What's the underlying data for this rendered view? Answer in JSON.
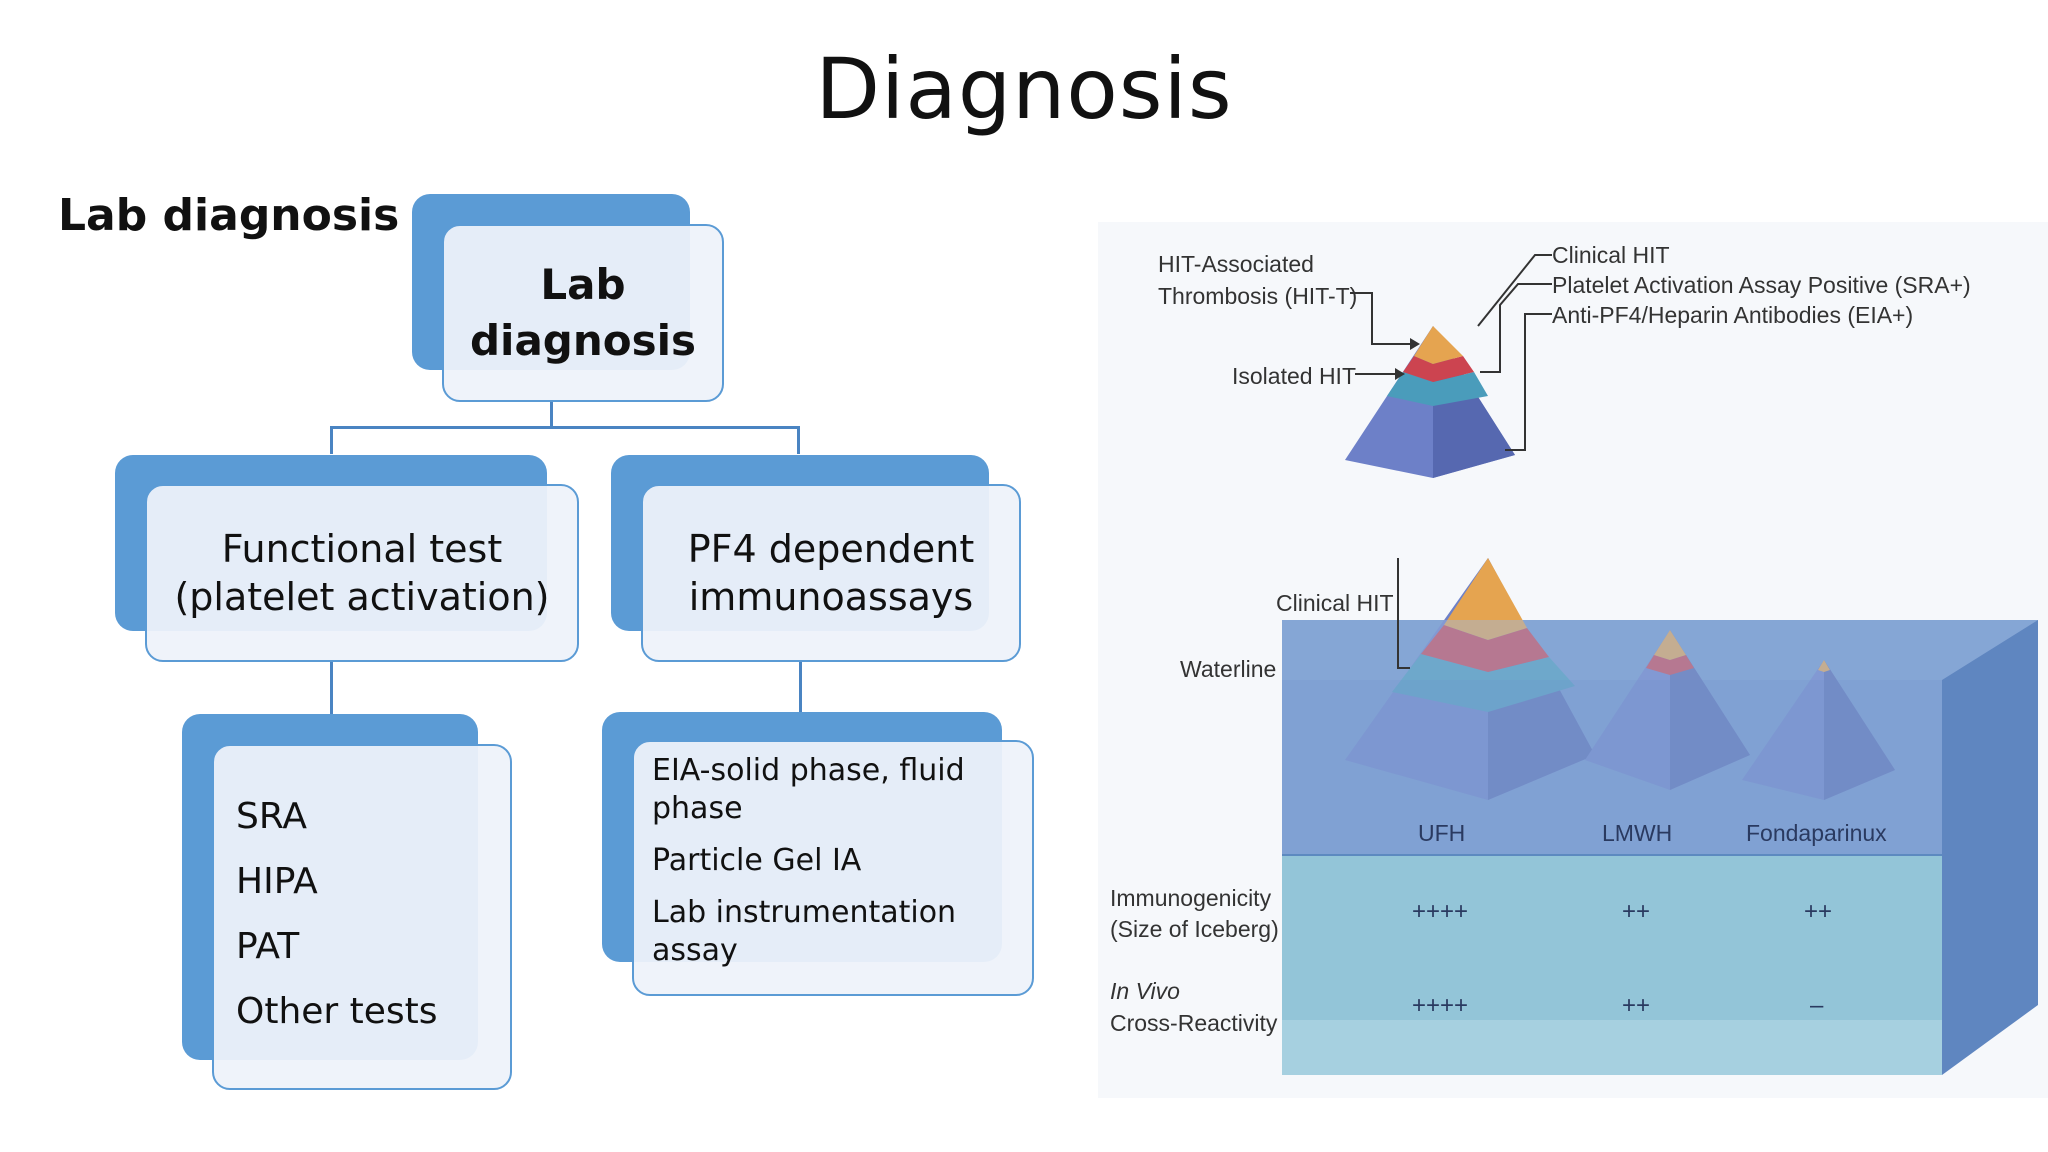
{
  "title": "Diagnosis",
  "subtitle": "Lab diagnosis",
  "tree": {
    "root": "Lab\ndiagnosis",
    "functional": "Functional test\n(platelet activation)",
    "pf4": "PF4 dependent\nimmunoassays",
    "functional_items": [
      "SRA",
      "HIPA",
      "PAT",
      "Other tests"
    ],
    "pf4_items": [
      "EIA-solid phase, fluid phase",
      "Particle Gel IA",
      "Lab instrumentation assay"
    ]
  },
  "figure": {
    "top_labels": {
      "hit_associated": "HIT-Associated\nThrombosis (HIT-T)",
      "isolated_hit": "Isolated HIT",
      "clinical_hit": "Clinical HIT",
      "sra": "Platelet Activation Assay Positive (SRA+)",
      "eia": "Anti-PF4/Heparin Antibodies (EIA+)"
    },
    "bottom_labels": {
      "clinical_hit": "Clinical HIT",
      "waterline": "Waterline",
      "columns": [
        "UFH",
        "LMWH",
        "Fondaparinux"
      ],
      "immunogenicity": "Immunogenicity\n(Size of Iceberg)",
      "in_vivo": "In Vivo",
      "cross_reactivity": "Cross-Reactivity",
      "immunogenicity_values": [
        "++++",
        "++",
        "++"
      ],
      "cross_reactivity_values": [
        "++++",
        "++",
        "–"
      ]
    },
    "colors": {
      "tip": "#e8a54e",
      "red": "#cc4450",
      "teal": "#4aa0b8",
      "pyramid": "#6f7fc8",
      "water": "#6f97cc",
      "table": "#93c5d8"
    }
  }
}
